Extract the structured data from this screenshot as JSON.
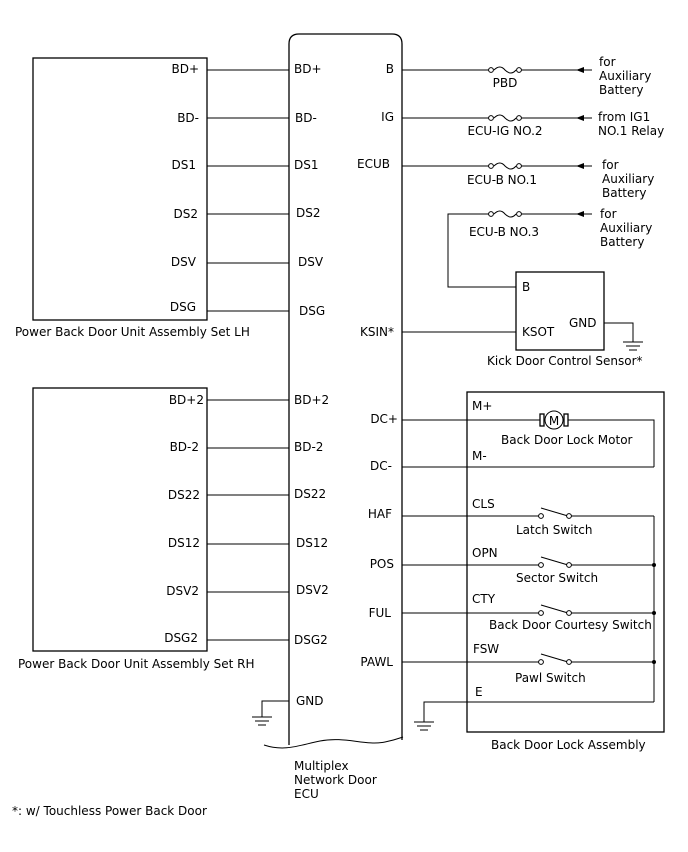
{
  "lh_unit": {
    "name": "Power Back Door Unit Assembly Set LH",
    "pins": [
      "BD+",
      "BD-",
      "DS1",
      "DS2",
      "DSV",
      "DSG"
    ]
  },
  "rh_unit": {
    "name": "Power Back Door Unit Assembly Set RH",
    "pins": [
      "BD+2",
      "BD-2",
      "DS22",
      "DS12",
      "DSV2",
      "DSG2"
    ]
  },
  "ecu": {
    "name": [
      "Multiplex",
      "Network Door",
      "ECU"
    ],
    "left_pins": [
      "BD+",
      "BD-",
      "DS1",
      "DS2",
      "DSV",
      "DSG",
      "BD+2",
      "BD-2",
      "DS22",
      "DS12",
      "DSV2",
      "DSG2",
      "GND"
    ],
    "right_pins": [
      "B",
      "IG",
      "ECUB",
      "KSIN*",
      "DC+",
      "DC-",
      "HAF",
      "POS",
      "FUL",
      "PAWL"
    ]
  },
  "fuses": [
    {
      "name": "PBD",
      "source": [
        "for",
        "Auxiliary",
        "Battery"
      ]
    },
    {
      "name": "ECU-IG NO.2",
      "source": [
        "from IG1",
        "NO.1 Relay"
      ]
    },
    {
      "name": "ECU-B NO.1",
      "source": [
        "for",
        "Auxiliary",
        "Battery"
      ]
    },
    {
      "name": "ECU-B NO.3",
      "source": [
        "for",
        "Auxiliary",
        "Battery"
      ]
    }
  ],
  "sensor": {
    "name": "Kick Door Control Sensor*",
    "pins": [
      "B",
      "KSOT",
      "GND"
    ]
  },
  "lock_assembly": {
    "name": "Back Door Lock Assembly",
    "motor_symbol": "M",
    "motor_pins": [
      "M+",
      "M-"
    ],
    "motor_name": "Back Door Lock Motor",
    "switches": [
      {
        "pin": "CLS",
        "name": "Latch Switch"
      },
      {
        "pin": "OPN",
        "name": "Sector Switch"
      },
      {
        "pin": "CTY",
        "name": "Back Door Courtesy Switch"
      },
      {
        "pin": "FSW",
        "name": "Pawl Switch"
      }
    ],
    "ground_pin": "E"
  },
  "footnote": "*: w/ Touchless Power Back Door"
}
